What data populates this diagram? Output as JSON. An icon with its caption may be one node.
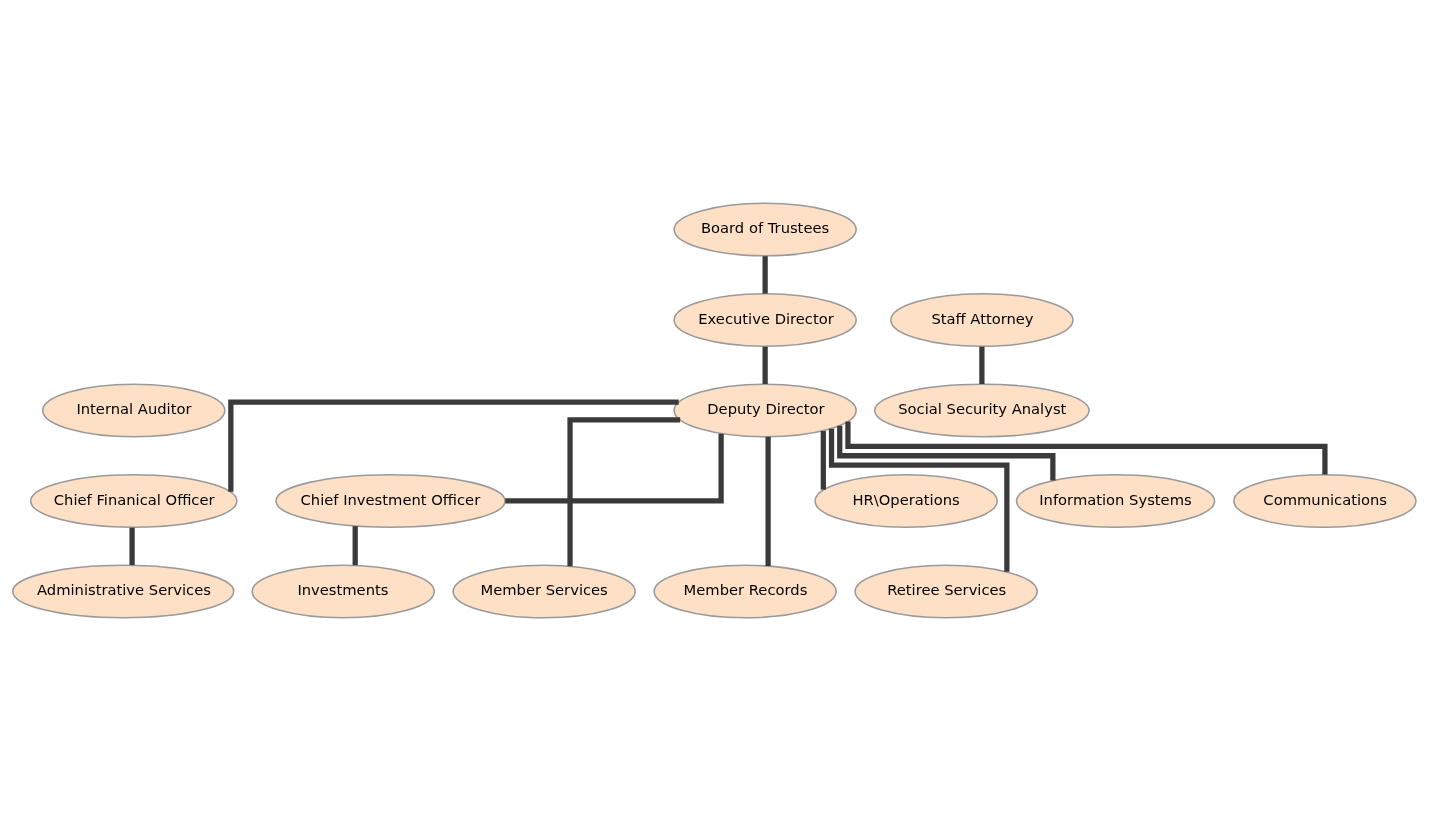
{
  "diagram": {
    "nodes": [
      {
        "text": [
          "Board of Trustees"
        ]
      },
      {
        "text": [
          "Executive Director"
        ]
      },
      {
        "text": [
          "Staff Attorney"
        ]
      },
      {
        "text": [
          "Deputy Director"
        ]
      },
      {
        "text": [
          "Internal Auditor"
        ]
      },
      {
        "text": [
          "Social Security Analyst"
        ]
      },
      {
        "text": [
          "Chief Finanical Officer"
        ]
      },
      {
        "text": [
          "Chief Investment Officer"
        ]
      },
      {
        "text": [
          "Administrative Services"
        ]
      },
      {
        "text": [
          "Member Services"
        ]
      },
      {
        "text": [
          "Member Records"
        ]
      },
      {
        "text": [
          "Retiree Services"
        ]
      },
      {
        "text": [
          "Investments"
        ]
      },
      {
        "text": [
          "HR\\Operations"
        ]
      },
      {
        "text": [
          "Information Systems"
        ]
      },
      {
        "text": [
          "Communications"
        ]
      }
    ],
    "edges": [
      {
        "from": 0,
        "to": 1,
        "arrow": "none"
      },
      {
        "from": 1,
        "to": 3,
        "arrow": "none"
      },
      {
        "from": 2,
        "to": 5,
        "arrow": "none"
      },
      {
        "from": 3,
        "to": 6,
        "arrow": "none"
      },
      {
        "from": 3,
        "to": 7,
        "arrow": "none"
      },
      {
        "from": 3,
        "to": 9,
        "arrow": "none"
      },
      {
        "from": 3,
        "to": 10,
        "arrow": "none"
      },
      {
        "from": 3,
        "to": 11,
        "arrow": "none"
      },
      {
        "from": 3,
        "to": 13,
        "arrow": "none"
      },
      {
        "from": 3,
        "to": 14,
        "arrow": "none"
      },
      {
        "from": 3,
        "to": 15,
        "arrow": "none"
      },
      {
        "from": 6,
        "to": 8,
        "arrow": "none"
      },
      {
        "from": 7,
        "to": 12,
        "arrow": "none"
      }
    ]
  }
}
